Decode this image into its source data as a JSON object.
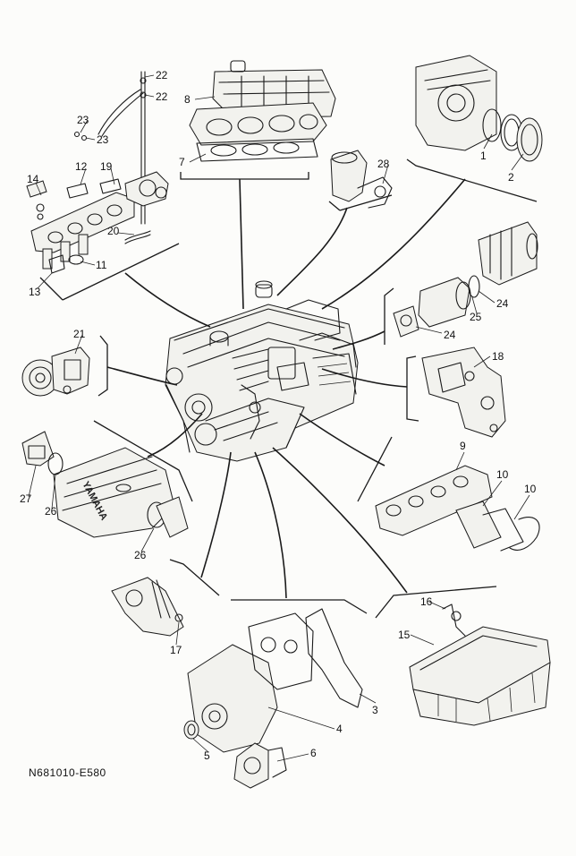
{
  "caption": "N681010-E580",
  "brand": "YAMAHA",
  "part_labels": {
    "p1": "1",
    "p2": "2",
    "p3": "3",
    "p4": "4",
    "p5": "5",
    "p6": "6",
    "p7": "7",
    "p8": "8",
    "p9": "9",
    "p10a": "10",
    "p10b": "10",
    "p11": "11",
    "p12": "12",
    "p13": "13",
    "p14": "14",
    "p15": "15",
    "p16": "16",
    "p17": "17",
    "p18": "18",
    "p19": "19",
    "p20": "20",
    "p21": "21",
    "p22a": "22",
    "p22b": "22",
    "p23a": "23",
    "p23b": "23",
    "p24a": "24",
    "p24b": "24",
    "p25": "25",
    "p26a": "26",
    "p26b": "26",
    "p27": "27",
    "p28": "28"
  }
}
